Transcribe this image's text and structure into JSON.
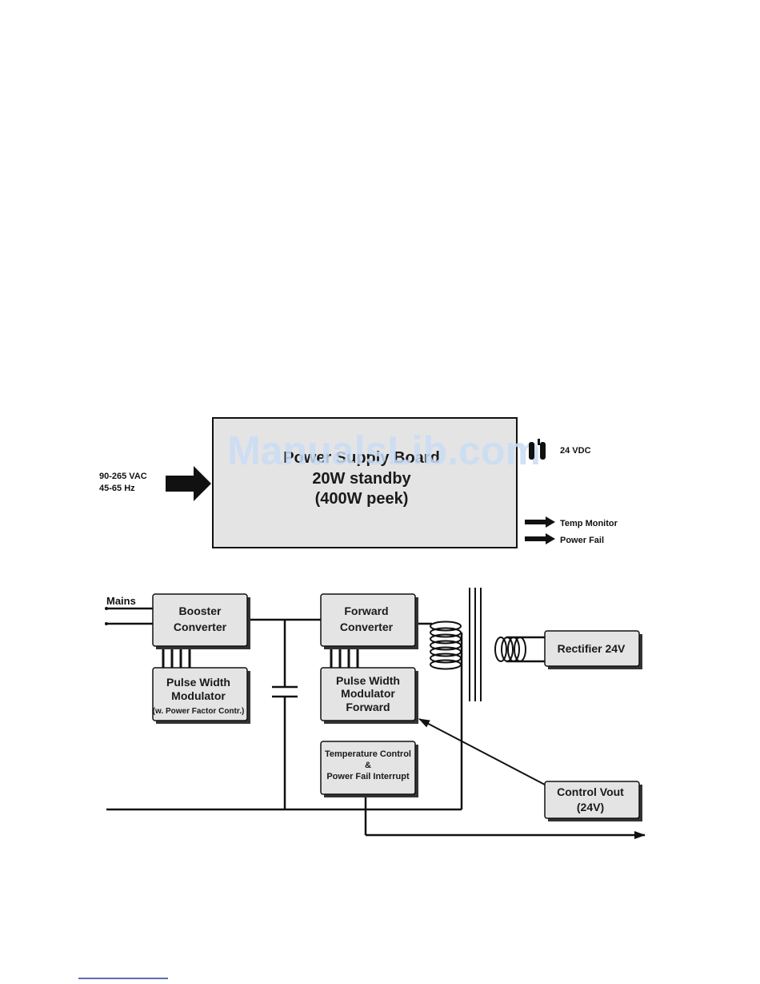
{
  "watermark": "ManualsLib.com",
  "top_block": {
    "line1": "Power Supply Board",
    "line2": "20W standby",
    "line3": "(400W peek)",
    "input_line1": "90-265 VAC",
    "input_line2": "45-65 Hz",
    "output_dc": "24 VDC",
    "output_temp": "Temp Monitor",
    "output_fail": "Power Fail"
  },
  "schematic": {
    "mains": "Mains",
    "booster_l1": "Booster",
    "booster_l2": "Converter",
    "forward_l1": "Forward",
    "forward_l2": "Converter",
    "rectifier": "Rectifier 24V",
    "pwm1_l1": "Pulse Width",
    "pwm1_l2": "Modulator",
    "pwm1_l3": "(w. Power Factor Contr.)",
    "pwm2_l1": "Pulse Width",
    "pwm2_l2": "Modulator",
    "pwm2_l3": "Forward",
    "temp_l1": "Temperature Control",
    "temp_l2": "&",
    "temp_l3": "Power Fail Interrupt",
    "vout_l1": "Control Vout",
    "vout_l2": "(24V)"
  },
  "colors": {
    "box_fill": "#e4e4e4",
    "line": "#111111",
    "shadow": "#333333",
    "watermark": "#c9dcf5"
  }
}
